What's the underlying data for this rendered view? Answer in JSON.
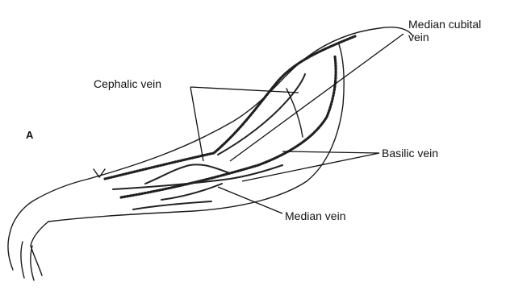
{
  "figure": {
    "panel_letter": "A",
    "labels": {
      "cephalic_vein": "Cephalic vein",
      "median_cubital_vein": "Median cubital vein",
      "basilic_vein": "Basilic vein",
      "median_vein": "Median vein"
    }
  }
}
